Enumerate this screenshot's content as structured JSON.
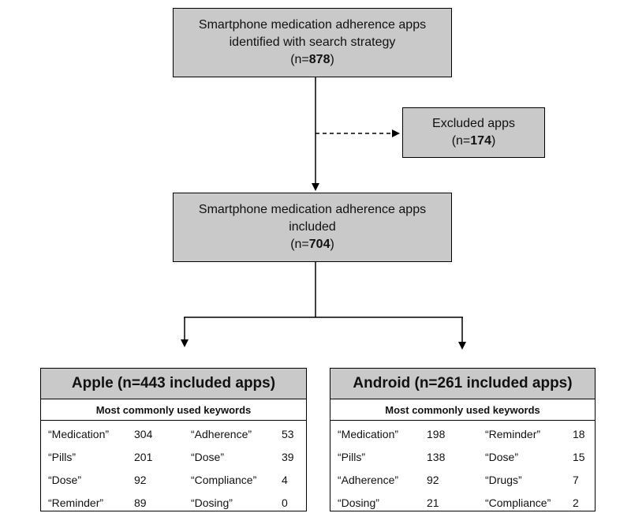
{
  "flow": {
    "identified": {
      "line1": "Smartphone medication adherence apps",
      "line2": "identified with search strategy",
      "n_prefix": "(n=",
      "n_value": "878",
      "n_suffix": ")"
    },
    "excluded": {
      "line1": "Excluded apps",
      "n_prefix": "(n=",
      "n_value": "174",
      "n_suffix": ")"
    },
    "included": {
      "line1": "Smartphone medication adherence apps",
      "line2": "included",
      "n_prefix": "(n=",
      "n_value": "704",
      "n_suffix": ")"
    }
  },
  "panels": {
    "apple": {
      "title": "Apple (n=443 included apps)",
      "subtitle": "Most commonly used keywords",
      "rows": [
        {
          "k1": "“Medication”",
          "v1": "304",
          "k2": "“Adherence”",
          "v2": "53"
        },
        {
          "k1": "“Pills”",
          "v1": "201",
          "k2": "“Dose”",
          "v2": "39"
        },
        {
          "k1": "“Dose”",
          "v1": "92",
          "k2": "“Compliance”",
          "v2": "4"
        },
        {
          "k1": "“Reminder”",
          "v1": "89",
          "k2": "“Dosing”",
          "v2": "0"
        }
      ]
    },
    "android": {
      "title": "Android (n=261 included apps)",
      "subtitle": "Most commonly used keywords",
      "rows": [
        {
          "k1": "“Medication”",
          "v1": "198",
          "k2": "“Reminder”",
          "v2": "18"
        },
        {
          "k1": "“Pills”",
          "v1": "138",
          "k2": "“Dose”",
          "v2": "15"
        },
        {
          "k1": "“Adherence”",
          "v1": "92",
          "k2": "“Drugs”",
          "v2": "7"
        },
        {
          "k1": "“Dosing”",
          "v1": "21",
          "k2": "“Compliance”",
          "v2": "2"
        }
      ]
    }
  }
}
